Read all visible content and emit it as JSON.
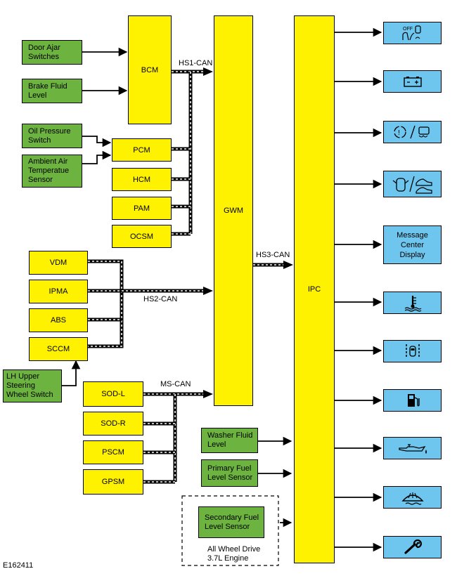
{
  "modules": {
    "bcm": "BCM",
    "gwm": "GWM",
    "ipc": "IPC",
    "pcm": "PCM",
    "hcm": "HCM",
    "pam": "PAM",
    "ocsm": "OCSM",
    "vdm": "VDM",
    "ipma": "IPMA",
    "abs": "ABS",
    "sccm": "SCCM",
    "sod_l": "SOD-L",
    "sod_r": "SOD-R",
    "pscm": "PSCM",
    "gpsm": "GPSM"
  },
  "inputs": {
    "door_ajar": [
      "Door Ajar",
      "Switches"
    ],
    "brake_fluid": [
      "Brake Fluid",
      "Level"
    ],
    "oil_pressure": [
      "Oil Pressure",
      "Switch"
    ],
    "ambient_air": [
      "Ambient Air",
      "Temperatue",
      "Sensor"
    ],
    "lh_steering": [
      "LH Upper",
      "Steering",
      "Wheel Switch"
    ],
    "washer_fluid": [
      "Washer Fluid",
      "Level"
    ],
    "primary_fuel": [
      "Primary Fuel",
      "Level Sensor"
    ],
    "secondary_fuel": [
      "Secondary Fuel",
      "Level Sensor"
    ]
  },
  "buses": {
    "hs1": "HS1-CAN",
    "hs2": "HS2-CAN",
    "hs3": "HS3-CAN",
    "ms": "MS-CAN"
  },
  "outputs": {
    "message_center": [
      "Message",
      "Center",
      "Display"
    ],
    "off_text": "OFF",
    "icons": [
      "airbag-off",
      "battery",
      "tpms-traction",
      "door-ajar-vehicle",
      "coolant-temp",
      "lane-keep",
      "fuel-pump",
      "oil-pressure",
      "washer-fluid",
      "wrench"
    ]
  },
  "note": [
    "All Wheel Drive",
    "3.7L Engine"
  ],
  "figure_id": "E162411",
  "colors": {
    "module": "#fff200",
    "input": "#6db33f",
    "output": "#6ec6ee"
  }
}
